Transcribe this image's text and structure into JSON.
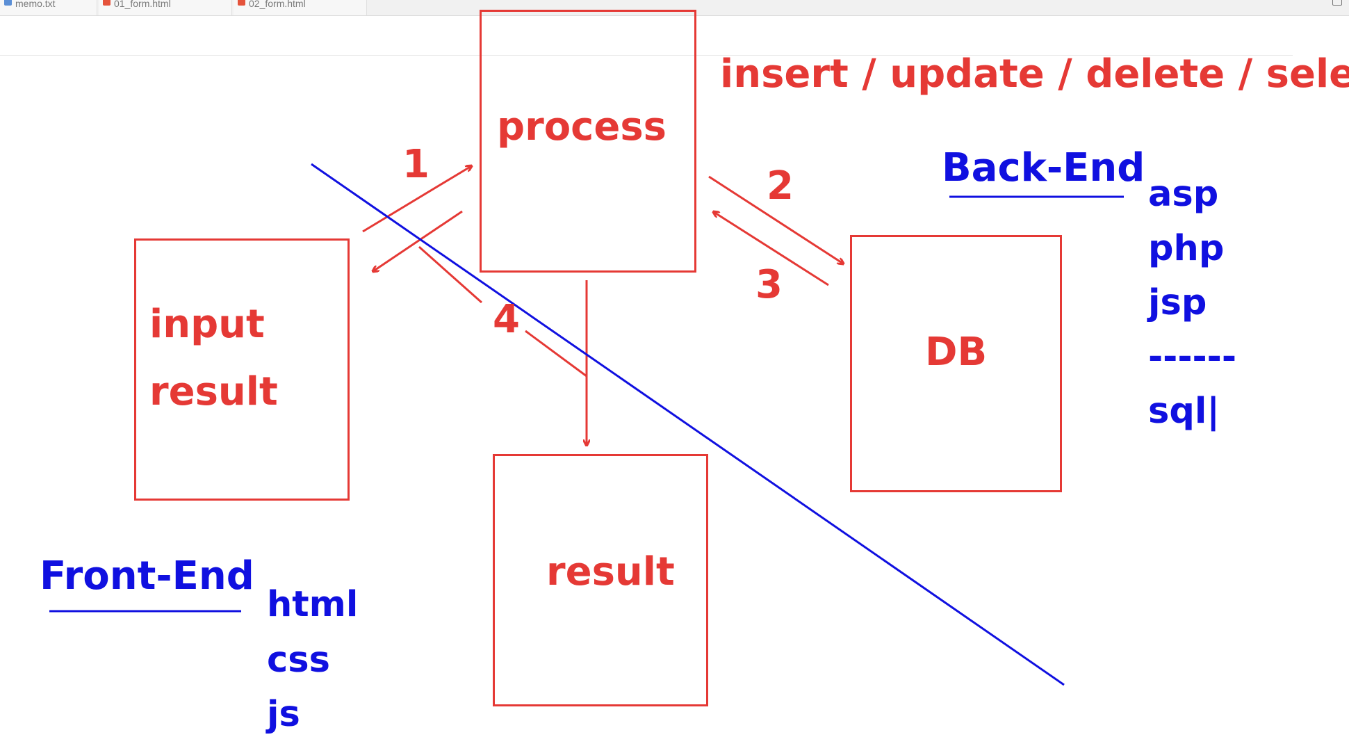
{
  "tabs": [
    {
      "label": "memo.txt",
      "icon": "text-file-icon"
    },
    {
      "label": "01_form.html",
      "icon": "html-file-icon"
    },
    {
      "label": "02_form.html",
      "icon": "html-file-icon"
    }
  ],
  "colors": {
    "diagram_red": "#e53935",
    "diagram_blue": "#1010e0"
  },
  "boxes": {
    "process": "process",
    "client_line1": "input",
    "client_line2": "result",
    "db": "DB",
    "result": "result"
  },
  "operations": "insert / update / delete / select",
  "steps": [
    "1",
    "2",
    "3",
    "4"
  ],
  "backend": {
    "heading": "Back-End",
    "items": [
      "asp",
      "php",
      "jsp",
      "------",
      "sql|"
    ]
  },
  "frontend": {
    "heading": "Front-End",
    "items": [
      "html",
      "css",
      "js"
    ]
  }
}
